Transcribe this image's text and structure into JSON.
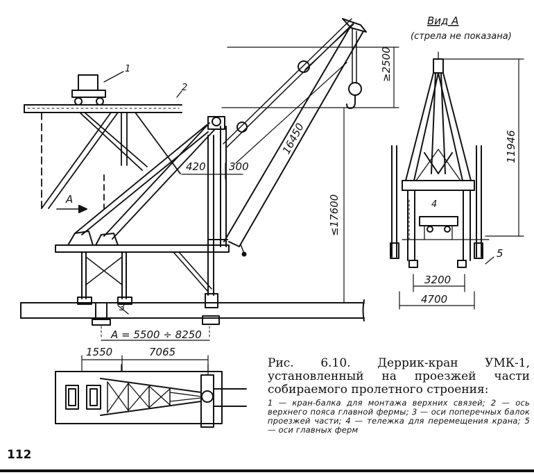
{
  "figure": {
    "caption_title": "Рис. 6.10. Деррик-кран УМК-1, установленный на проезжей части собираемого пролетного строения:",
    "caption_legend": "1 — кран-балка для монтажа верхних связей; 2 — ось верхнего пояса главной фермы; 3 — оси поперечных балок проезжей части; 4 — тележка для перемещения крана; 5 — оси главных ферм",
    "page_number": "112"
  },
  "labels": {
    "view_a_title": "Вид А",
    "view_a_note": "(стрела не показана)",
    "arrow_a": "A",
    "callout_1": "1",
    "callout_2": "2",
    "callout_3": "3",
    "callout_4": "4",
    "callout_5": "5"
  },
  "dimensions": {
    "d_2500": "≥2500",
    "d_16450": "16450",
    "d_17600": "≤17600",
    "d_11946": "11946",
    "d_420": "420",
    "d_300": "300",
    "d_span_a": "A = 5500 ÷ 8250",
    "d_1550": "1550",
    "d_7065": "7065",
    "d_3200": "3200",
    "d_4700": "4700"
  }
}
